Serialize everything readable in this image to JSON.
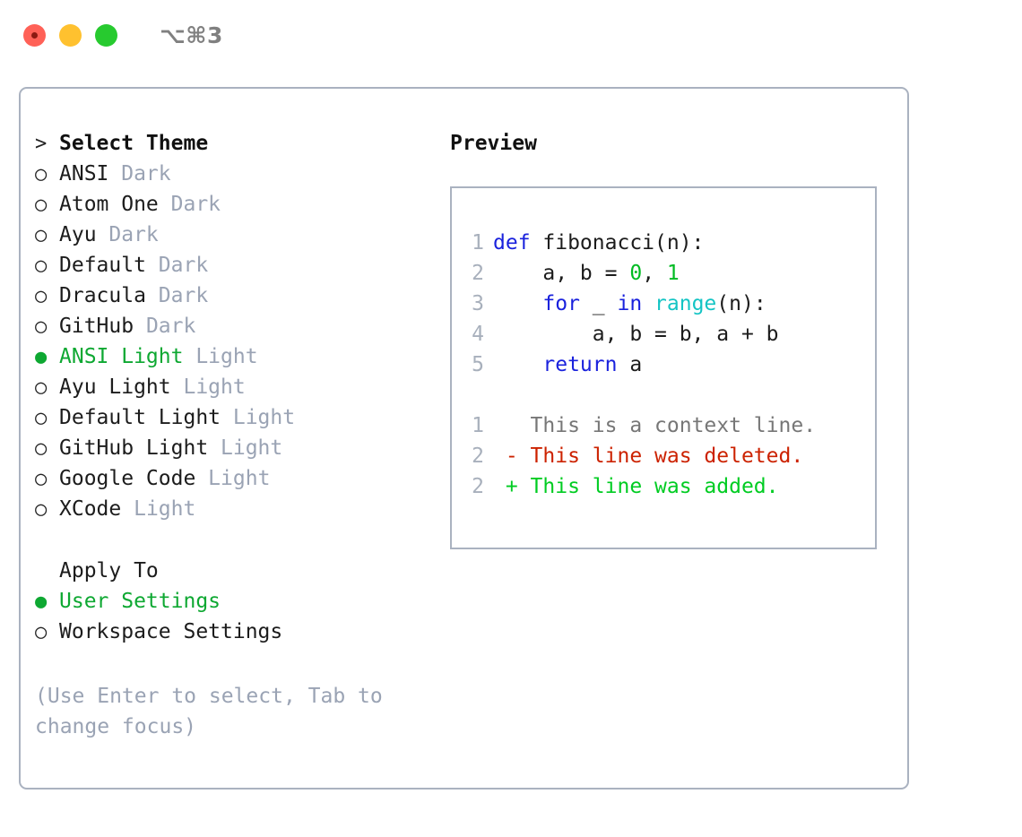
{
  "titlebar": {
    "shortcut": "⌥⌘3",
    "buttons": [
      "close",
      "minimize",
      "maximize"
    ]
  },
  "theme_picker": {
    "heading": "Select Theme",
    "prompt_marker": ">",
    "marker_unselected": "○",
    "marker_selected": "●",
    "accent_color": "#0ea832",
    "items": [
      {
        "name": "ANSI",
        "suffix": "Dark",
        "selected": false
      },
      {
        "name": "Atom One",
        "suffix": "Dark",
        "selected": false
      },
      {
        "name": "Ayu",
        "suffix": "Dark",
        "selected": false
      },
      {
        "name": "Default",
        "suffix": "Dark",
        "selected": false
      },
      {
        "name": "Dracula",
        "suffix": "Dark",
        "selected": false
      },
      {
        "name": "GitHub",
        "suffix": "Dark",
        "selected": false
      },
      {
        "name": "ANSI Light",
        "suffix": "Light",
        "selected": true
      },
      {
        "name": "Ayu Light",
        "suffix": "Light",
        "selected": false
      },
      {
        "name": "Default Light",
        "suffix": "Light",
        "selected": false
      },
      {
        "name": "GitHub Light",
        "suffix": "Light",
        "selected": false
      },
      {
        "name": "Google Code",
        "suffix": "Light",
        "selected": false
      },
      {
        "name": "XCode",
        "suffix": "Light",
        "selected": false
      }
    ]
  },
  "apply_to": {
    "heading": "Apply To",
    "items": [
      {
        "name": "User Settings",
        "selected": true
      },
      {
        "name": "Workspace Settings",
        "selected": false
      }
    ]
  },
  "hint": "(Use Enter to select, Tab to change focus)",
  "preview": {
    "title": "Preview",
    "code": [
      {
        "lineno": "1",
        "tokens": [
          {
            "t": "def",
            "c": "kw"
          },
          {
            "t": " fibonacci(n):",
            "c": "code-text"
          }
        ]
      },
      {
        "lineno": "2",
        "tokens": [
          {
            "t": "    a, b = ",
            "c": "code-text"
          },
          {
            "t": "0",
            "c": "num"
          },
          {
            "t": ", ",
            "c": "code-text"
          },
          {
            "t": "1",
            "c": "num"
          }
        ]
      },
      {
        "lineno": "3",
        "tokens": [
          {
            "t": "    ",
            "c": "code-text"
          },
          {
            "t": "for",
            "c": "kw"
          },
          {
            "t": " _ ",
            "c": "code-text"
          },
          {
            "t": "in",
            "c": "kw"
          },
          {
            "t": " ",
            "c": "code-text"
          },
          {
            "t": "range",
            "c": "fn"
          },
          {
            "t": "(n):",
            "c": "code-text"
          }
        ]
      },
      {
        "lineno": "4",
        "tokens": [
          {
            "t": "        a, b = b, a + b",
            "c": "code-text"
          }
        ]
      },
      {
        "lineno": "5",
        "tokens": [
          {
            "t": "    ",
            "c": "code-text"
          },
          {
            "t": "return",
            "c": "kw"
          },
          {
            "t": " a",
            "c": "code-text"
          }
        ]
      }
    ],
    "diff": [
      {
        "lineno": "1",
        "marker": " ",
        "text": " This is a context line.",
        "kind": "diff-ctx"
      },
      {
        "lineno": "2",
        "marker": "-",
        "text": " This line was deleted.",
        "kind": "diff-del"
      },
      {
        "lineno": "2",
        "marker": "+",
        "text": " This line was added.",
        "kind": "diff-add"
      }
    ]
  }
}
